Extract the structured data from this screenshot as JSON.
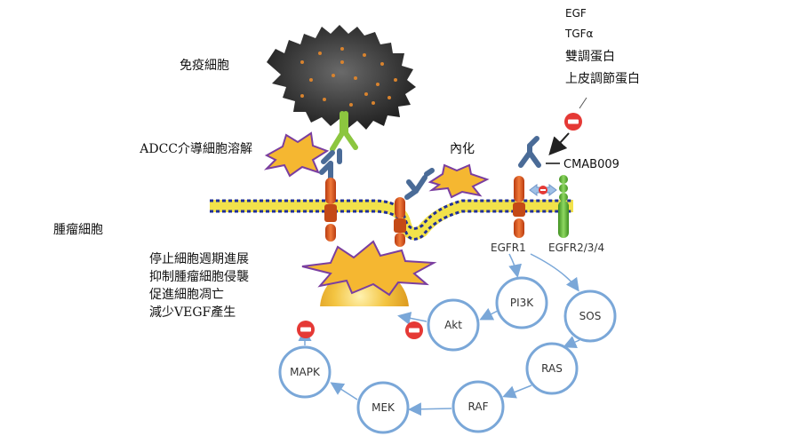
{
  "labels": {
    "immune_cell": "免疫細胞",
    "adcc": "ADCC介導細胞溶解",
    "internalization": "內化",
    "tumor_cell": "腫瘤細胞",
    "ligands": [
      "EGF",
      "TGFα",
      "雙調蛋白",
      "上皮調節蛋白"
    ],
    "drug": "CMAB009",
    "egfr1": "EGFR1",
    "egfr234": "EGFR2/3/4",
    "effects": [
      "停止細胞週期進展",
      "抑制腫瘤細胞侵襲",
      "促進細胞凋亡",
      "減少VEGF產生"
    ]
  },
  "pathway": {
    "nodes": [
      "PI3K",
      "Akt",
      "SOS",
      "RAS",
      "RAF",
      "MEK",
      "MAPK"
    ]
  },
  "colors": {
    "membrane_blue": "#1f2f9a",
    "membrane_yellow": "#f2e24a",
    "receptor_orange": "#d9541c",
    "egfr234_green": "#5fb832",
    "antibody_blue": "#4a6b97",
    "antibody_green": "#8cc63f",
    "star_fill": "#f5b731",
    "star_stroke": "#7a3ea0",
    "inhibit_red": "#e53935",
    "arrow_blue": "#7aa7d8"
  },
  "icons": [
    "inhibit-icon",
    "bidirectional-arrow-icon",
    "antibody-icon"
  ]
}
